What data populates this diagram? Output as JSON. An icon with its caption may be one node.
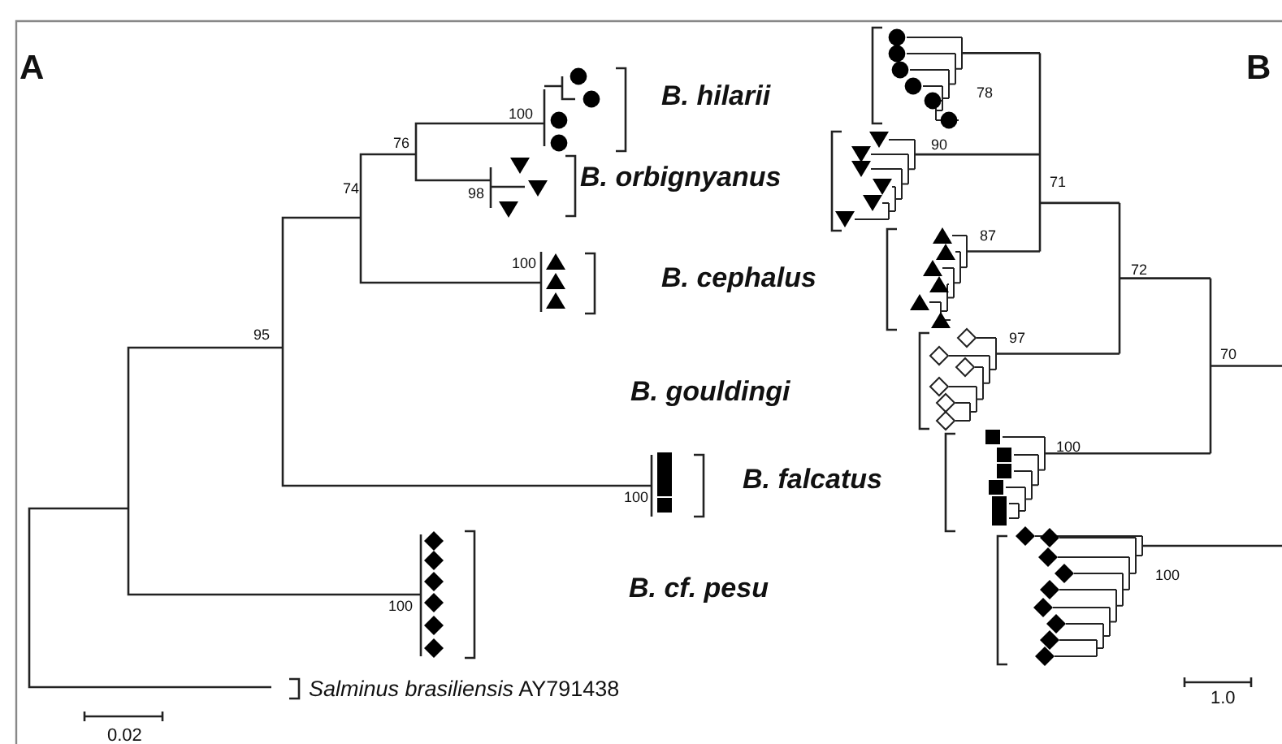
{
  "diagram": {
    "labels": [
      "A",
      "B",
      "B. hilarii",
      "B. orbignyanus",
      "B. cephalus",
      "B. gouldingi",
      "B. falcatus",
      "B. cf. pesu",
      "*Salminus brasiliensis* AY791438",
      "100",
      "76",
      "74",
      "98",
      "100",
      "95",
      "100",
      "100",
      "78",
      "90",
      "71",
      "87",
      "72",
      "97",
      "70",
      "100",
      "100",
      "0.02",
      "1.0"
    ]
  }
}
